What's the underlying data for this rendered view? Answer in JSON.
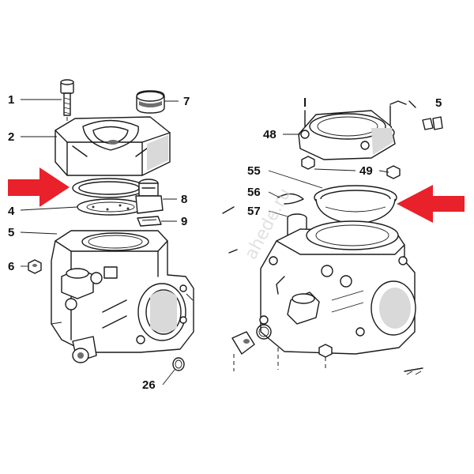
{
  "callouts": {
    "c1": "1",
    "c2": "2",
    "c4": "4",
    "c5": "5",
    "c6": "6",
    "c7": "7",
    "c8": "8",
    "c9": "9",
    "c26": "26",
    "c48": "48",
    "c49": "49",
    "c55": "55",
    "c56": "56",
    "c57": "57"
  },
  "arrows": {
    "color": "#e8212b"
  },
  "watermark": {
    "text": "ahede.ru"
  }
}
